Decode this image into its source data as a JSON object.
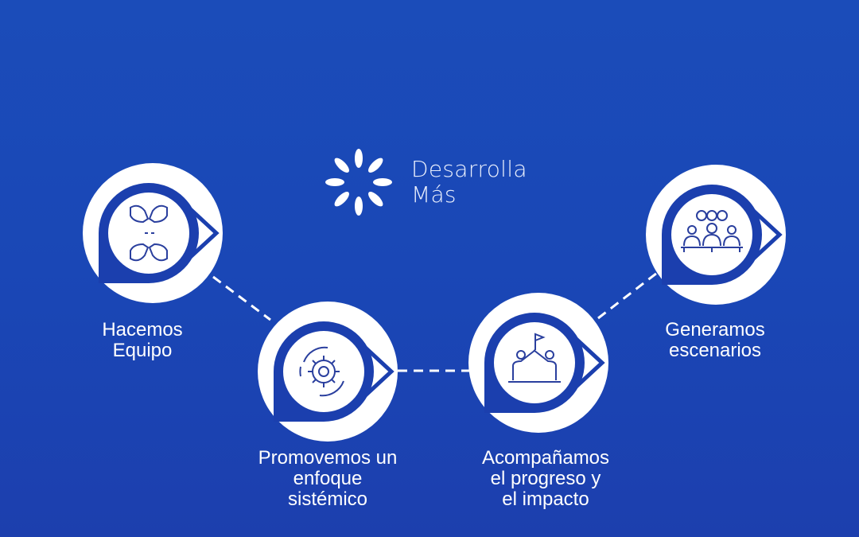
{
  "brand": {
    "line1": "Desarrolla",
    "line2": "Más"
  },
  "steps": [
    {
      "label_lines": [
        "Hacemos",
        "Equipo"
      ],
      "icon": "pointing-hands-icon"
    },
    {
      "label_lines": [
        "Promovemos un",
        "enfoque",
        "sistémico"
      ],
      "icon": "gear-cycle-icon"
    },
    {
      "label_lines": [
        "Acompañamos",
        "el progreso y",
        "el impacto"
      ],
      "icon": "team-flag-icon"
    },
    {
      "label_lines": [
        "Generamos",
        "escenarios"
      ],
      "icon": "group-meeting-icon"
    }
  ],
  "colors": {
    "accent": "#1b3fae",
    "background": "#1a47b6",
    "badge": "#ffffff"
  }
}
